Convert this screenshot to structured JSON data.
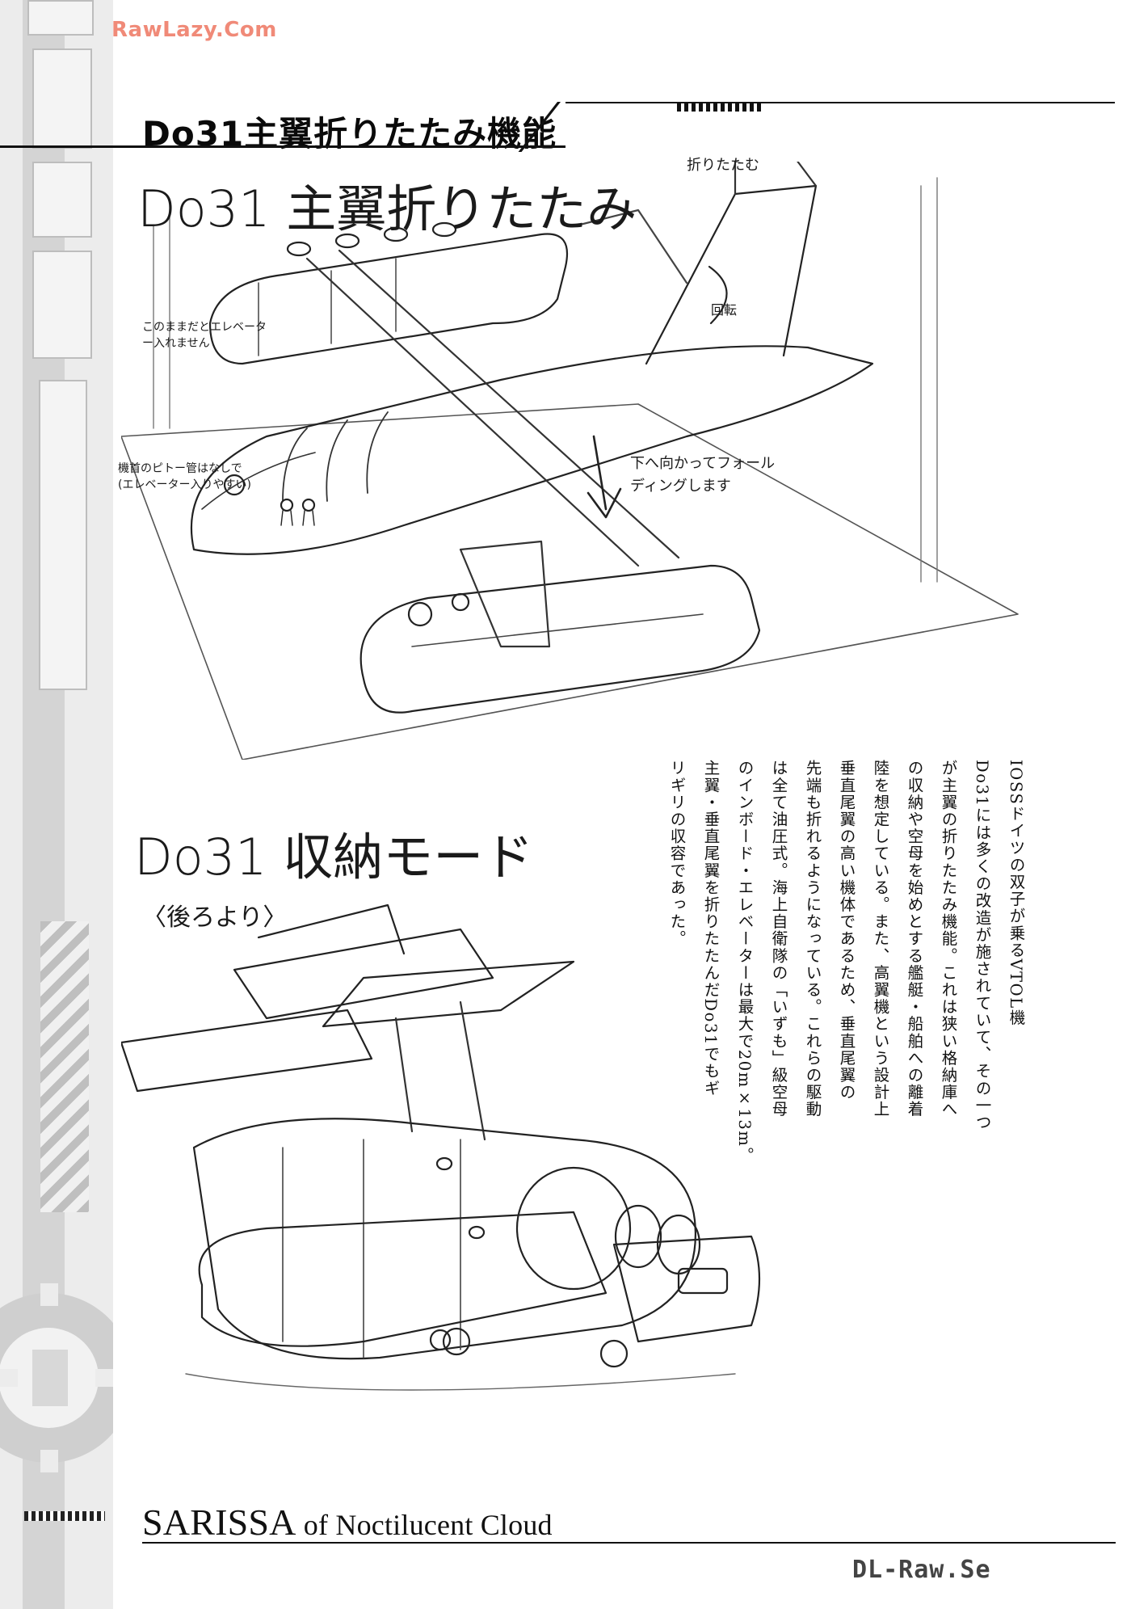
{
  "watermark_top": "RawLazy.Com",
  "watermark_bottom": "DL-Raw.Se",
  "title": "Do31主翼折りたたみ機能",
  "sketch1": {
    "heading": "Do31 主翼折りたたみ",
    "note_fold": "折りたたむ",
    "note_rotate": "回転",
    "note_elevator": "このままだとエレベーター入れません",
    "note_nose": "機首のピトー管はなしで(エレベーター入りやすい)",
    "note_folding": "下へ向かってフォールディングします"
  },
  "sketch2": {
    "heading": "Do31 収納モード",
    "subheading": "〈後ろより〉"
  },
  "body_columns": [
    "IOSSドイツの双子が乗るVTOL機",
    "Do31には多くの改造が施されていて、その一つ",
    "が主翼の折りたたみ機能。これは狭い格納庫へ",
    "の収納や空母を始めとする艦艇・船舶への離着",
    "陸を想定している。また、高翼機という設計上",
    "垂直尾翼の高い機体であるため、垂直尾翼の",
    "先端も折れるようになっている。これらの駆動",
    "は全て油圧式。海上自衛隊の「いずも」級空母",
    "のインボード・エレベーターは最大で20m×13m。",
    "主翼・垂直尾翼を折りたたんだDo31でもギ",
    "リギリの収容であった。"
  ],
  "footer": {
    "title_main": "SARISSA",
    "title_rest": " of Noctilucent Cloud"
  }
}
